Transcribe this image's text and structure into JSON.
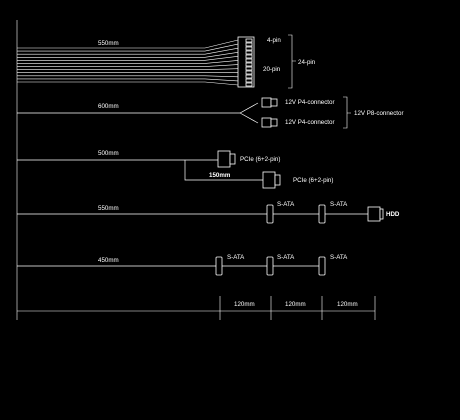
{
  "colors": {
    "background": "#000000",
    "line": "#ffffff"
  },
  "cables": {
    "atx": {
      "length": "550mm",
      "pin_top": "4-pin",
      "pin_bottom": "20-pin",
      "total": "24-pin"
    },
    "cpu": {
      "length": "600mm",
      "conn_a": "12V P4-connector",
      "conn_b": "12V P4-connector",
      "combined": "12V P8-connector"
    },
    "pcie": {
      "length": "500mm",
      "conn_a": "PCIe (6+2-pin)",
      "branch": "150mm",
      "conn_b": "PCIe (6+2-pin)"
    },
    "sata_hdd": {
      "length": "550mm",
      "s1": "S-ATA",
      "s2": "S-ATA",
      "hdd": "HDD"
    },
    "sata": {
      "length": "450mm",
      "s1": "S-ATA",
      "s2": "S-ATA",
      "s3": "S-ATA"
    }
  },
  "spacing": {
    "seg1": "120mm",
    "seg2": "120mm",
    "seg3": "120mm"
  }
}
